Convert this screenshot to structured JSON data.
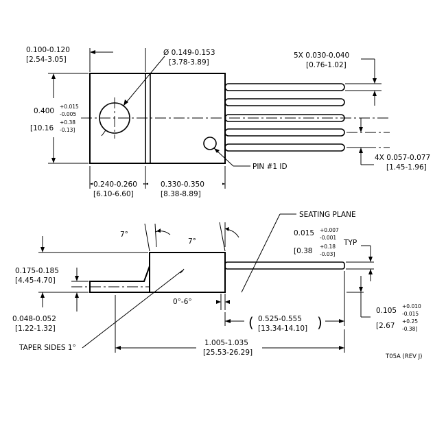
{
  "top_view": {
    "tab_length": {
      "inch": "0.100-0.120",
      "mm": "[2.54-3.05]"
    },
    "hole_diameter": {
      "inch": "Ø 0.149-0.153",
      "mm": "[3.78-3.89]"
    },
    "lead_width": {
      "inch": "5X 0.030-0.040",
      "mm": "[0.76-1.02]"
    },
    "height": {
      "inch": "0.400",
      "inch_tol_plus": "+0.015",
      "inch_tol_minus": "-0.005",
      "mm": "[10.16",
      "mm_tol_plus": "+0.38",
      "mm_tol_minus": "-0.13]"
    },
    "lead_pitch": {
      "inch": "4X 0.057-0.077",
      "mm": "[1.45-1.96]"
    },
    "pin1_label": "PIN #1 ID",
    "tab_to_body": {
      "inch": "0.240-0.260",
      "mm": "[6.10-6.60]"
    },
    "body_length": {
      "inch": "0.330-0.350",
      "mm": "[8.38-8.89]"
    }
  },
  "side_view": {
    "angle_left": "7°",
    "angle_right": "7°",
    "seating_plane_label": "SEATING PLANE",
    "lead_thickness": {
      "inch": "0.015",
      "inch_tol_plus": "+0.007",
      "inch_tol_minus": "-0.001",
      "typ": "TYP",
      "mm": "[0.38",
      "mm_tol_plus": "+0.18",
      "mm_tol_minus": "-0.03]"
    },
    "body_height": {
      "inch": "0.175-0.185",
      "mm": "[4.45-4.70]"
    },
    "standoff_angle": "0°-6°",
    "tab_thickness": {
      "inch": "0.048-0.052",
      "mm": "[1.22-1.32]"
    },
    "lead_length": {
      "open": "(",
      "inch": "0.525-0.555",
      "mm": "[13.34-14.10]",
      "close": ")"
    },
    "lead_offset": {
      "inch": "0.105",
      "inch_tol_plus": "+0.010",
      "inch_tol_minus": "-0.015",
      "mm": "[2.67",
      "mm_tol_plus": "+0.25",
      "mm_tol_minus": "-0.38]"
    },
    "taper_label": "TAPER SIDES 1°",
    "overall_length": {
      "inch": "1.005-1.035",
      "mm": "[25.53-26.29]"
    }
  },
  "drawing_code": "T05A (REV J)"
}
